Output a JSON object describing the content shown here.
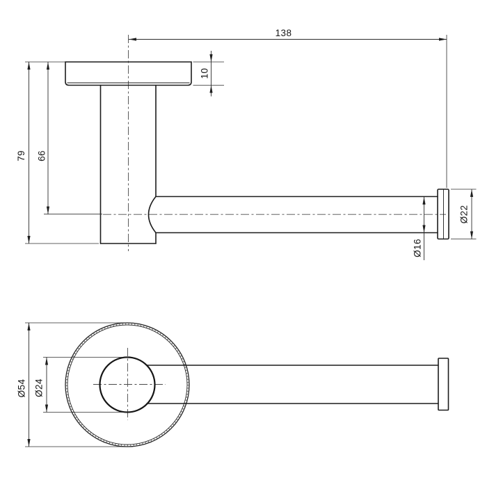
{
  "drawing": {
    "front_view": {
      "dim_length": "138",
      "dim_plate_thickness": "10",
      "dim_overall_depth": "79",
      "dim_bar_center_depth": "66",
      "dim_bar_diameter": "Ø16",
      "dim_end_cap_diameter": "Ø22"
    },
    "plan_view": {
      "dim_plate_diameter": "Ø54",
      "dim_post_diameter": "Ø24"
    },
    "colors": {
      "outline": "#1c1c1c",
      "dimension": "#2b2b2b",
      "centerline": "#4a4a4a",
      "background": "#ffffff"
    }
  }
}
